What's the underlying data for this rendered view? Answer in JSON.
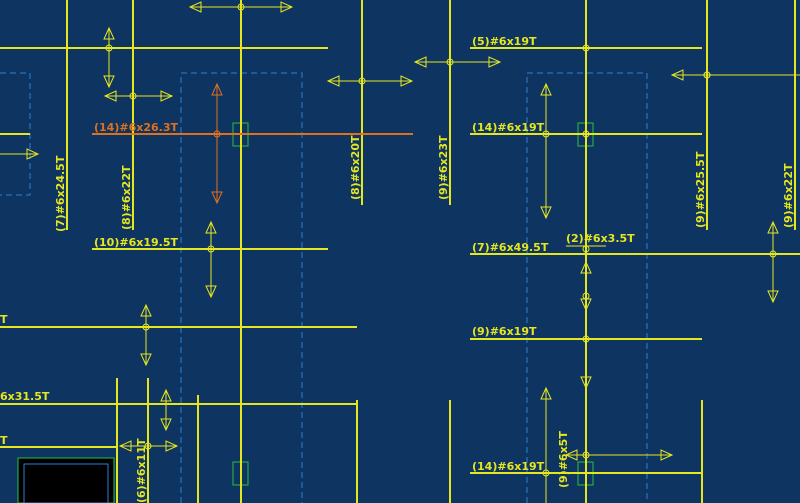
{
  "colors": {
    "background": "#0e3461",
    "rebar": "#e6e61e",
    "selected": "#e0701c",
    "dashed": "#2a7fd4",
    "box": "#2fbf3a",
    "black": "#000000"
  },
  "labels": {
    "l1": "(5)#6x19T",
    "l2": "(14)#6x26.3T",
    "l3": "(14)#6x19T",
    "l4": "(10)#6x19.5T",
    "l5": "(7)#6x49.5T",
    "l6": "(2)#6x3.5T",
    "l7": "(9)#6x19T",
    "l8": "6x31.5T",
    "l9": "(14)#6x19T",
    "l10": "T",
    "l11": "T",
    "v1": "(7)#6x24.5T",
    "v2": "(8)#6x22T",
    "v3": "(8)#6x20T",
    "v4": "(9)#6x23T",
    "v5": "(9)#6x25.5T",
    "v6": "(9)#6x22T",
    "v7": "(6)#6x11T",
    "v8": "(9)#6x5T"
  }
}
